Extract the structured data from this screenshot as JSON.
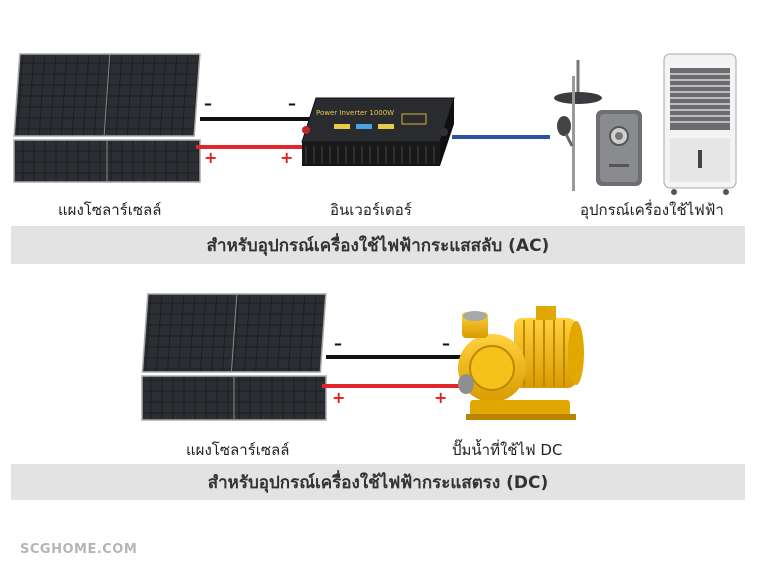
{
  "ac_system": {
    "panel_label": "แผงโซลาร์เซลล์",
    "inverter_label": "อินเวอร์เตอร์",
    "inverter_text": "Power Inverter 1000W",
    "appliance_label": "อุปกรณ์เครื่องใช้ไฟฟ้า",
    "banner": "สำหรับอุปกรณ์เครื่องใช้ไฟฟ้ากระแสสลับ (AC)",
    "neg_sign": "–",
    "pos_sign": "+"
  },
  "dc_system": {
    "panel_label": "แผงโซลาร์เซลล์",
    "pump_label": "ปั๊มน้ำที่ใช้ไฟ DC",
    "banner": "สำหรับอุปกรณ์เครื่องใช้ไฟฟ้ากระแสตรง (DC)",
    "neg_sign": "–",
    "pos_sign": "+"
  },
  "footer": {
    "brand": "SCGHOME.COM"
  },
  "colors": {
    "banner_bg": "#e3e3e3",
    "negative_wire": "#111111",
    "positive_wire": "#e0262a",
    "ac_output_wire": "#2752a6",
    "pump_yellow": "#f2b705"
  }
}
